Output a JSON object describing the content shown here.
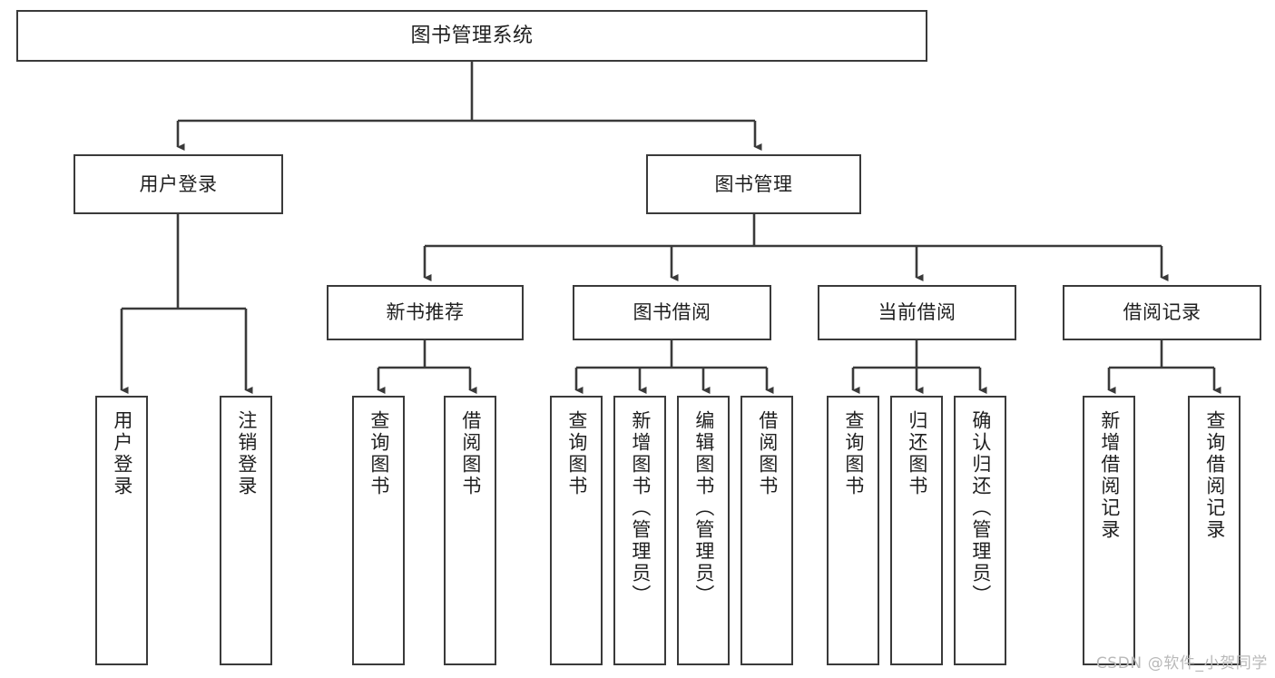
{
  "diagram": {
    "title": "图书管理系统",
    "type": "tree",
    "watermark": "CSDN @软件_小贺同学",
    "nodes": {
      "root": {
        "label": "图书管理系统",
        "level": 0,
        "orientation": "horizontal"
      },
      "user_login": {
        "label": "用户登录",
        "level": 1,
        "orientation": "horizontal"
      },
      "book_manage": {
        "label": "图书管理",
        "level": 1,
        "orientation": "horizontal"
      },
      "new_book_rec": {
        "label": "新书推荐",
        "level": 2,
        "orientation": "horizontal"
      },
      "book_borrow": {
        "label": "图书借阅",
        "level": 2,
        "orientation": "horizontal"
      },
      "current_borrow": {
        "label": "当前借阅",
        "level": 2,
        "orientation": "horizontal"
      },
      "borrow_record": {
        "label": "借阅记录",
        "level": 2,
        "orientation": "horizontal"
      },
      "leaf_user_login": {
        "label": "用户登录",
        "level": 3,
        "orientation": "vertical"
      },
      "leaf_logout": {
        "label": "注销登录",
        "level": 3,
        "orientation": "vertical"
      },
      "leaf_query_book_1": {
        "label": "查询图书",
        "level": 3,
        "orientation": "vertical"
      },
      "leaf_borrow_book_1": {
        "label": "借阅图书",
        "level": 3,
        "orientation": "vertical"
      },
      "leaf_query_book_2": {
        "label": "查询图书",
        "level": 3,
        "orientation": "vertical"
      },
      "leaf_add_book": {
        "label": "新增图书（管理员）",
        "level": 3,
        "orientation": "vertical"
      },
      "leaf_edit_book": {
        "label": "编辑图书（管理员）",
        "level": 3,
        "orientation": "vertical"
      },
      "leaf_borrow_book_2": {
        "label": "借阅图书",
        "level": 3,
        "orientation": "vertical"
      },
      "leaf_query_book_3": {
        "label": "查询图书",
        "level": 3,
        "orientation": "vertical"
      },
      "leaf_return_book": {
        "label": "归还图书",
        "level": 3,
        "orientation": "vertical"
      },
      "leaf_confirm_return": {
        "label": "确认归还（管理员）",
        "level": 3,
        "orientation": "vertical"
      },
      "leaf_add_record": {
        "label": "新增借阅记录",
        "level": 3,
        "orientation": "vertical"
      },
      "leaf_query_record": {
        "label": "查询借阅记录",
        "level": 3,
        "orientation": "vertical"
      }
    },
    "edges": [
      {
        "from": "root",
        "to": "user_login"
      },
      {
        "from": "root",
        "to": "book_manage"
      },
      {
        "from": "user_login",
        "to": "leaf_user_login"
      },
      {
        "from": "user_login",
        "to": "leaf_logout"
      },
      {
        "from": "book_manage",
        "to": "new_book_rec"
      },
      {
        "from": "book_manage",
        "to": "book_borrow"
      },
      {
        "from": "book_manage",
        "to": "current_borrow"
      },
      {
        "from": "book_manage",
        "to": "borrow_record"
      },
      {
        "from": "new_book_rec",
        "to": "leaf_query_book_1"
      },
      {
        "from": "new_book_rec",
        "to": "leaf_borrow_book_1"
      },
      {
        "from": "book_borrow",
        "to": "leaf_query_book_2"
      },
      {
        "from": "book_borrow",
        "to": "leaf_add_book"
      },
      {
        "from": "book_borrow",
        "to": "leaf_edit_book"
      },
      {
        "from": "book_borrow",
        "to": "leaf_borrow_book_2"
      },
      {
        "from": "current_borrow",
        "to": "leaf_query_book_3"
      },
      {
        "from": "current_borrow",
        "to": "leaf_return_book"
      },
      {
        "from": "current_borrow",
        "to": "leaf_confirm_return"
      },
      {
        "from": "borrow_record",
        "to": "leaf_add_record"
      },
      {
        "from": "borrow_record",
        "to": "leaf_query_record"
      }
    ],
    "colors": {
      "stroke": "#3a3a3a",
      "fill": "#ffffff",
      "text": "#1f1f1f",
      "watermark": "#b9b9b9"
    }
  }
}
